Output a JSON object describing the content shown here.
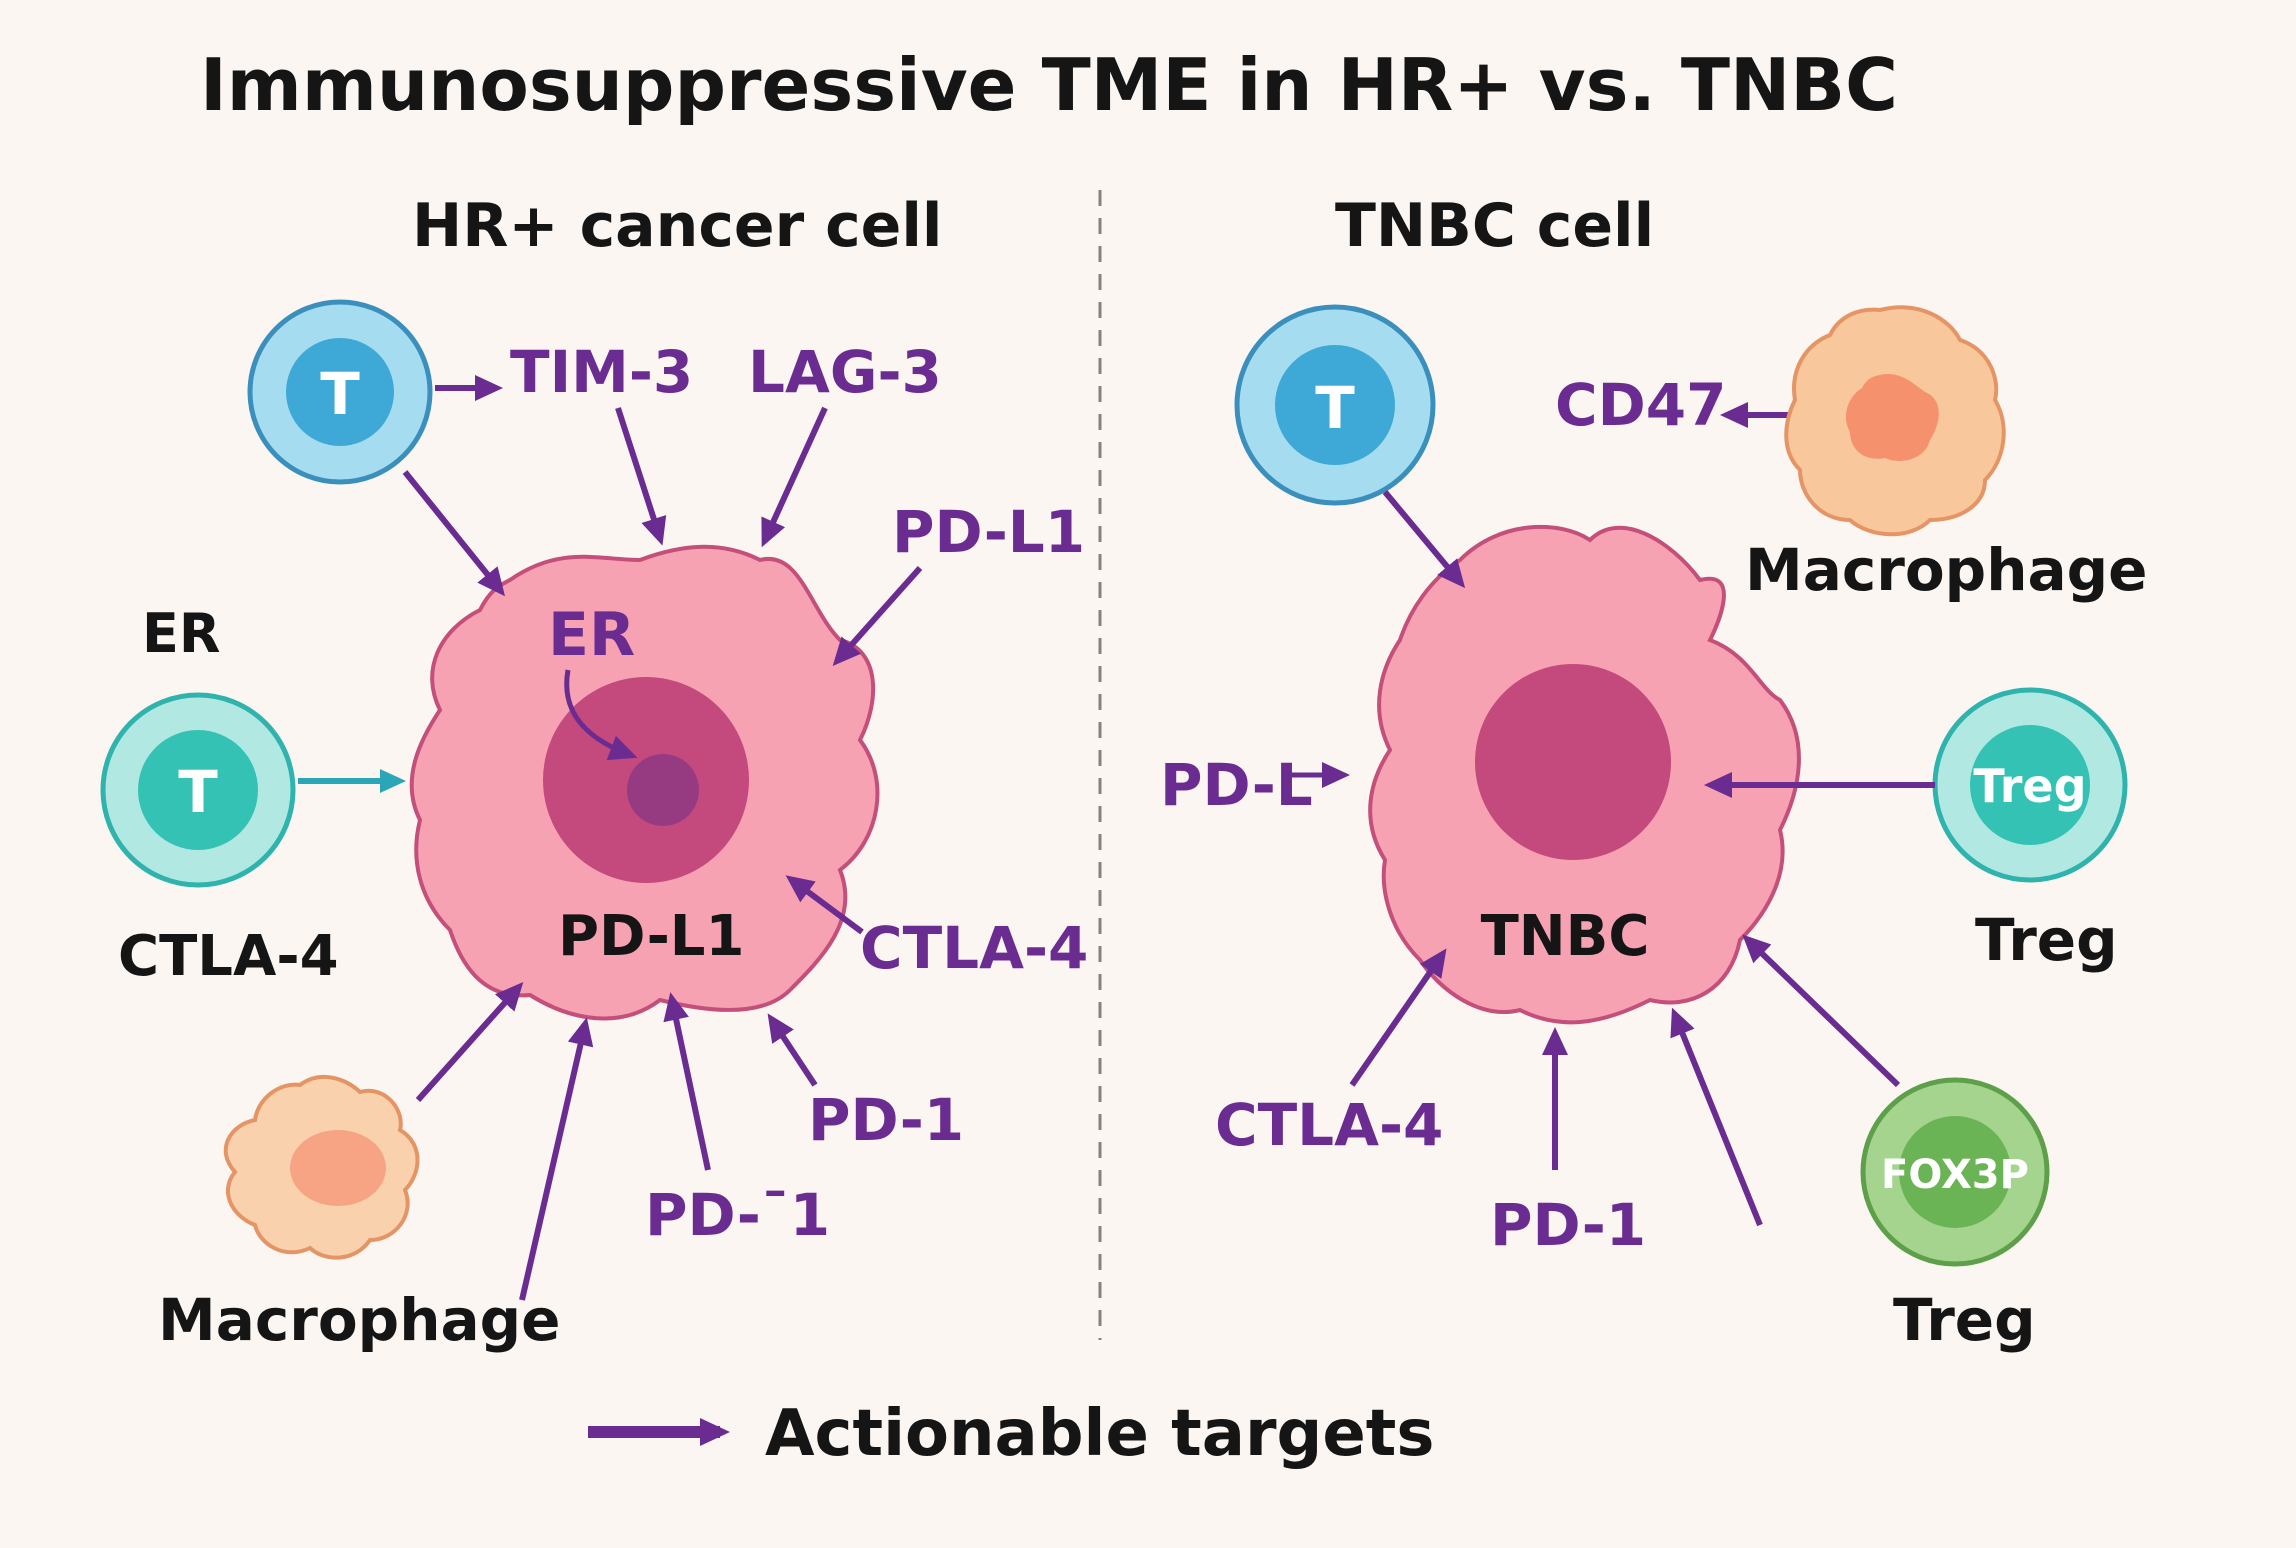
{
  "title": "Immunosuppressive TME in HR+ vs. TNBC",
  "colors": {
    "arrow": "#6b2c91",
    "label_purple": "#6b2c91",
    "cancer_cell": "#f7a2b2",
    "cancer_nucleus": "#c4497d",
    "t_cell_blue": "#3ea8d6",
    "t_cell_teal": "#3cc5b8",
    "macrophage": "#f9c79c",
    "foxp3_green": "#7cc46a"
  },
  "hr_panel": {
    "heading": "HR+ cancer cell",
    "cell_nucleus_label": "ER",
    "cell_label": "PD-L1",
    "t_cell_top_label": "T",
    "t_cell_left_label": "T",
    "er_label": "ER",
    "ctla4_left_label": "CTLA-4",
    "tim3_label": "TIM-3",
    "lag3_label": "LAG-3",
    "pdl1_right_label": "PD-L1",
    "ctla4_right_label": "CTLA-4",
    "pd1_right_label": "PD-1",
    "pd1_bottom_label": "PD-¯1",
    "macrophage_label": "Macrophage"
  },
  "tnbc_panel": {
    "heading": "TNBC cell",
    "cell_label": "TNBC",
    "t_cell_label": "T",
    "cd47_label": "CD47",
    "macrophage_label": "Macrophage",
    "pdl_label": "PD-L",
    "treg_cell_text": "Treg",
    "treg_label_1": "Treg",
    "foxp3_text": "FOX3P",
    "treg_label_2": "Treg",
    "ctla4_label": "CTLA-4",
    "pd1_label": "PD-1"
  },
  "legend": {
    "label": "Actionable targets"
  }
}
